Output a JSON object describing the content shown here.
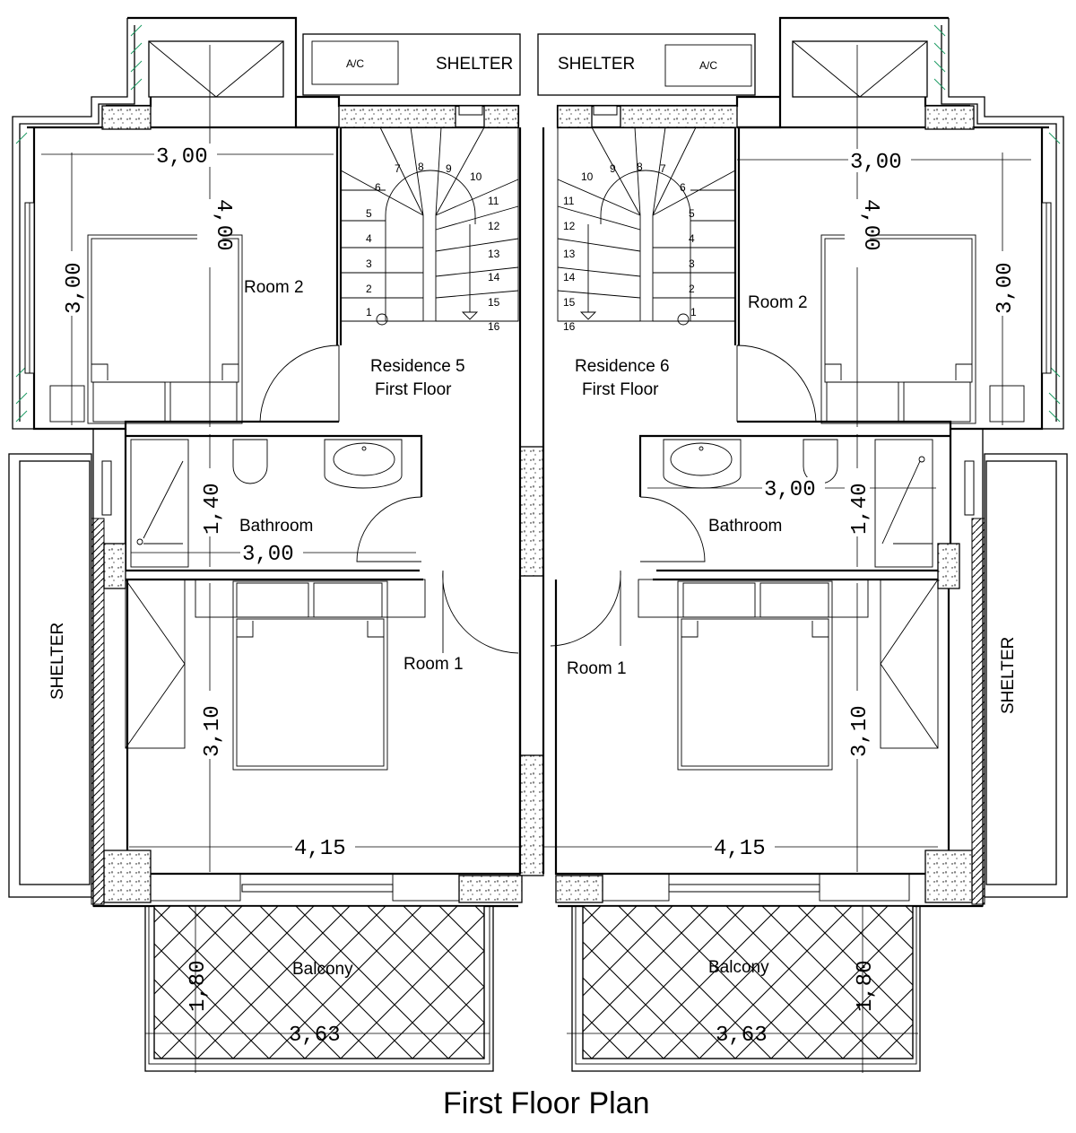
{
  "title": "First Floor Plan",
  "top_shelters": [
    "SHELTER",
    "SHELTER"
  ],
  "ac_units": [
    "A/C",
    "A/C"
  ],
  "side_shelters": [
    "SHELTER",
    "SHELTER"
  ],
  "residences": [
    {
      "name": "Residence 5",
      "floor": "First Floor",
      "rooms": {
        "room2": "Room 2",
        "bathroom": "Bathroom",
        "room1": "Room 1",
        "balcony": "Balcony"
      },
      "dimensions": {
        "room2_width": "3,00",
        "room2_depth": "4,00",
        "room2_window": "3,00",
        "bath_depth": "1,40",
        "bath_width": "3,00",
        "room1_depth": "3,10",
        "room1_width": "4,15",
        "balcony_depth": "1,80",
        "balcony_width": "3,63"
      }
    },
    {
      "name": "Residence 6",
      "floor": "First Floor",
      "rooms": {
        "room2": "Room 2",
        "bathroom": "Bathroom",
        "room1": "Room 1",
        "balcony": "Balcony"
      },
      "dimensions": {
        "room2_width": "3,00",
        "room2_depth": "4,00",
        "room2_window": "3,00",
        "bath_depth": "1,40",
        "bath_width": "3,00",
        "room1_depth": "3,10",
        "room1_width": "4,15",
        "balcony_depth": "1,80",
        "balcony_width": "3,63"
      }
    }
  ],
  "stair_steps": [
    "1",
    "2",
    "3",
    "4",
    "5",
    "6",
    "7",
    "8",
    "9",
    "10",
    "11",
    "12",
    "13",
    "14",
    "15",
    "16"
  ],
  "colors": {
    "lines": "#000000",
    "accent": "#1d9a63",
    "background": "#ffffff"
  }
}
